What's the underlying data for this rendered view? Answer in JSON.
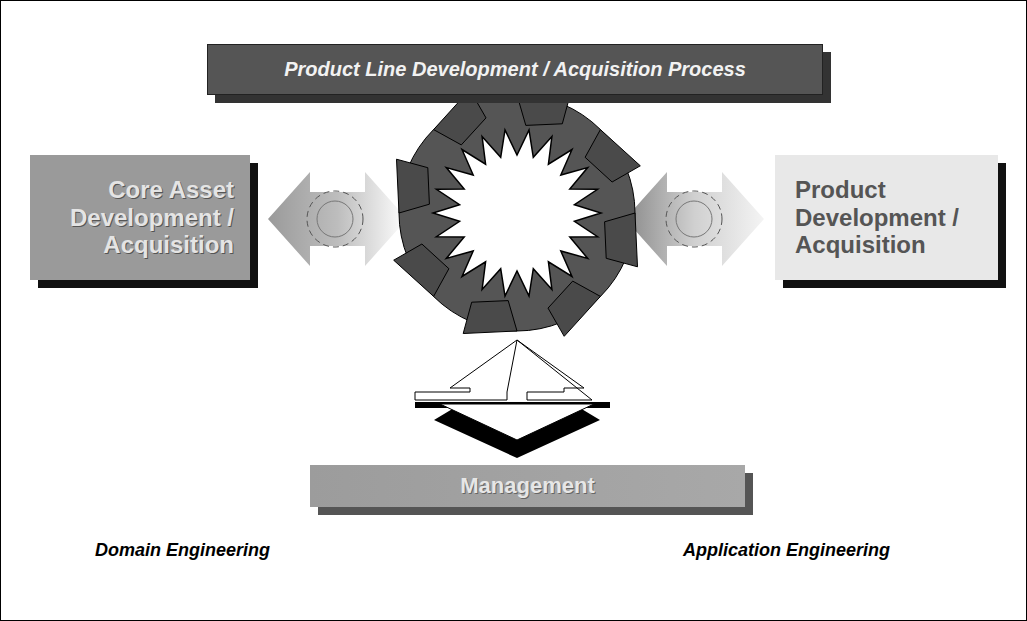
{
  "diagram": {
    "nodes": [
      {
        "text": [
          "Product Line Development / Acquisition Process"
        ]
      },
      {
        "text": [
          "Core Asset Development / Acquisition"
        ]
      },
      {
        "text": [
          "Product Development / Acquisition"
        ]
      },
      {
        "text": [
          "Management"
        ]
      }
    ],
    "labels": [
      "Domain Engineering",
      "Application Engineering"
    ]
  }
}
